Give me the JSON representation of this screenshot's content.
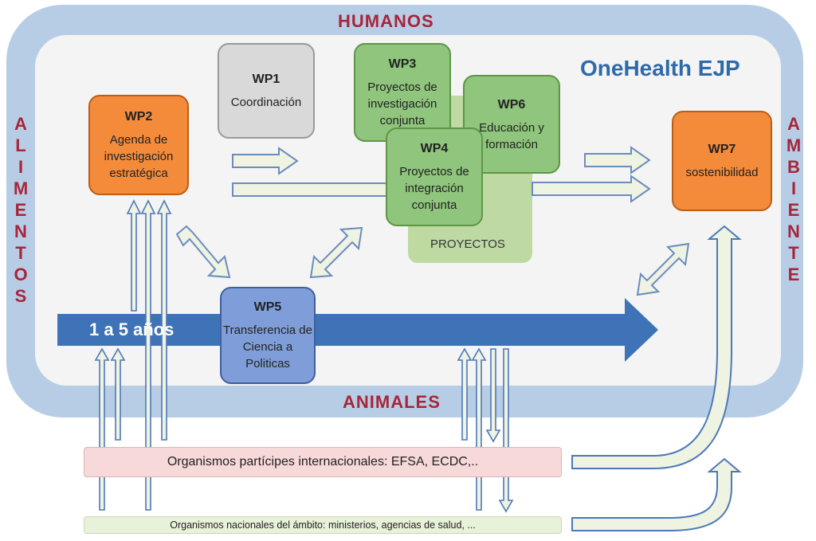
{
  "labels": {
    "top": "HUMANOS",
    "bottom": "ANIMALES",
    "left": [
      "A",
      "L",
      "I",
      "M",
      "E",
      "N",
      "T",
      "O",
      "S"
    ],
    "right": [
      "A",
      "M",
      "B",
      "I",
      "E",
      "N",
      "T",
      "E"
    ],
    "brand": "OneHealth EJP",
    "projects": "PROYECTOS",
    "timeline": "1 a 5 años"
  },
  "wps": {
    "wp1": {
      "title": "WP1",
      "text": "Coordinación"
    },
    "wp2": {
      "title": "WP2",
      "text": "Agenda de investigación estratégica"
    },
    "wp3": {
      "title": "WP3",
      "text": "Proyectos de investigación conjunta"
    },
    "wp4": {
      "title": "WP4",
      "text": "Proyectos de integración conjunta"
    },
    "wp5": {
      "title": "WP5",
      "text": "Transferencia de Ciencia a Politicas"
    },
    "wp6": {
      "title": "WP6",
      "text": "Educación y formación"
    },
    "wp7": {
      "title": "WP7",
      "text": "sostenibilidad"
    }
  },
  "strips": {
    "international": "Organismos partícipes internacionales: EFSA, ECDC,..",
    "national": "Organismos nacionales del ámbito: ministerios, agencias de salud, ..."
  },
  "colors": {
    "frame": "#b7cde6",
    "label_red": "#a8253a",
    "brand_blue": "#2f6aa8",
    "wp_orange": "#f48b3a",
    "wp_green": "#8fc57c",
    "wp_grey": "#d9d9d9",
    "wp_blue": "#7f9ed9",
    "timeline_arrow": "#3f73b8"
  }
}
